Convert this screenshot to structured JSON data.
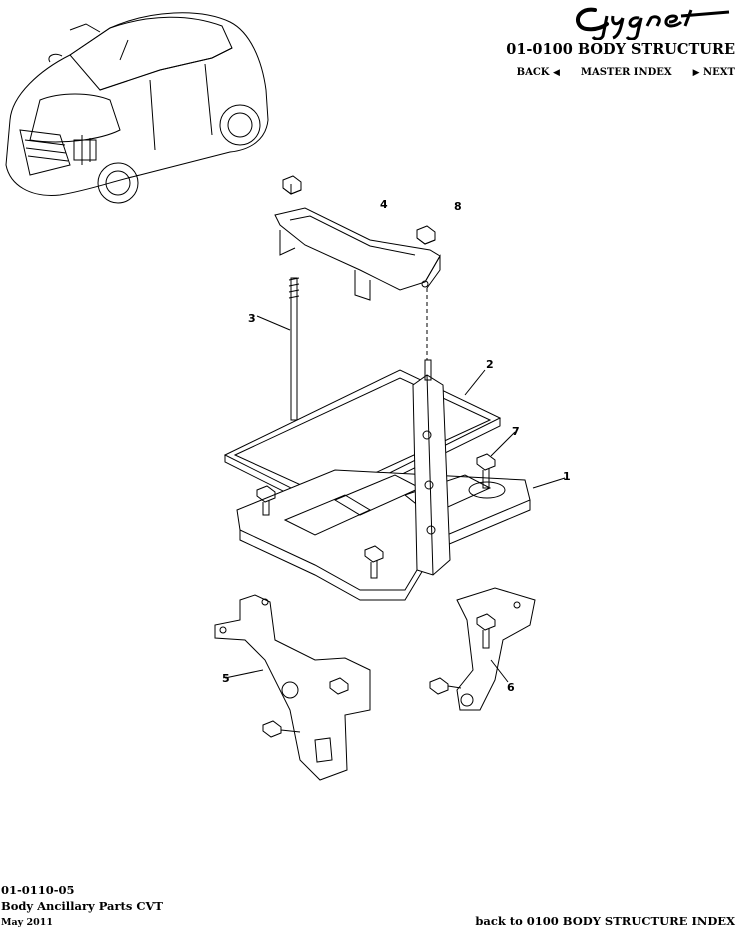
{
  "header": {
    "logo_text": "Cygnet",
    "section_title": "01-0100 BODY STRUCTURE",
    "nav": {
      "back": "BACK",
      "master_index": "MASTER INDEX",
      "next": "NEXT"
    }
  },
  "diagram": {
    "callouts": [
      "1",
      "2",
      "3",
      "4",
      "5",
      "6",
      "7",
      "8"
    ]
  },
  "footer": {
    "code": "01-0110-05",
    "name": "Body Ancillary Parts CVT",
    "date": "May 2011",
    "back_link": "back to 0100 BODY STRUCTURE INDEX"
  }
}
